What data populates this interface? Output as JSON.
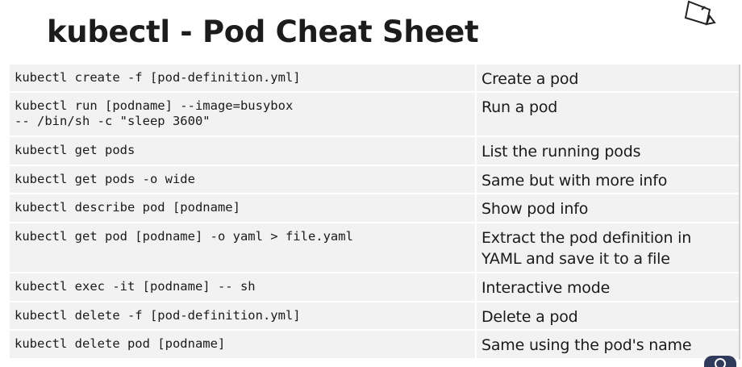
{
  "title": "kubectl - Pod Cheat Sheet",
  "icons": {
    "corner": "document-icon",
    "badge": "navigation-icon"
  },
  "rows": [
    {
      "command": "kubectl create -f [pod-definition.yml]",
      "description": "Create a pod"
    },
    {
      "command": "kubectl run [podname] --image=busybox\n-- /bin/sh -c \"sleep 3600\"",
      "description": "Run a pod"
    },
    {
      "command": "kubectl get pods",
      "description": "List the running pods"
    },
    {
      "command": "kubectl get pods -o wide",
      "description": "Same but with more info"
    },
    {
      "command": "kubectl describe pod [podname]",
      "description": "Show pod info"
    },
    {
      "command": "kubectl get pod [podname] -o yaml > file.yaml",
      "description": "Extract the pod definition in YAML and save it to a file"
    },
    {
      "command": "kubectl exec -it [podname] -- sh",
      "description": "Interactive mode"
    },
    {
      "command": "kubectl delete -f [pod-definition.yml]",
      "description": "Delete a pod"
    },
    {
      "command": "kubectl delete pod [podname]",
      "description": "Same using the pod's name"
    }
  ]
}
